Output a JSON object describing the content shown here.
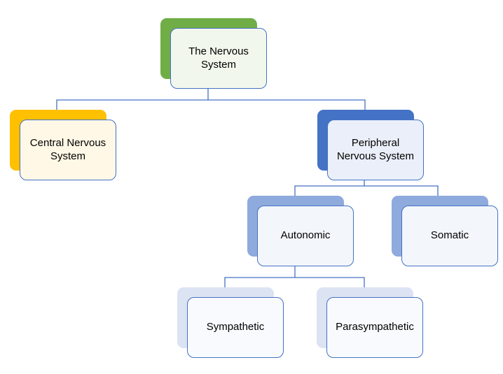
{
  "diagram": {
    "type": "hierarchy",
    "root_label": "The Nervous System",
    "nodes": [
      {
        "id": "the-nervous-system",
        "label": "The Nervous System",
        "parent": null,
        "shadow_color": "#70AD47",
        "fill_color": "#F2F7ED"
      },
      {
        "id": "central-nervous-system",
        "label": "Central Nervous System",
        "parent": "the-nervous-system",
        "shadow_color": "#FFC000",
        "fill_color": "#FFF8E6"
      },
      {
        "id": "peripheral-nervous-system",
        "label": "Peripheral Nervous System",
        "parent": "the-nervous-system",
        "shadow_color": "#4472C4",
        "fill_color": "#EAEFF9"
      },
      {
        "id": "autonomic",
        "label": "Autonomic",
        "parent": "peripheral-nervous-system",
        "shadow_color": "#8FAADC",
        "fill_color": "#F3F6FB"
      },
      {
        "id": "somatic",
        "label": "Somatic",
        "parent": "peripheral-nervous-system",
        "shadow_color": "#8FAADC",
        "fill_color": "#F3F6FB"
      },
      {
        "id": "sympathetic",
        "label": "Sympathetic",
        "parent": "autonomic",
        "shadow_color": "#DCE3F3",
        "fill_color": "#F8FAFD"
      },
      {
        "id": "parasympathetic",
        "label": "Parasympathetic",
        "parent": "autonomic",
        "shadow_color": "#DCE3F3",
        "fill_color": "#F8FAFD"
      }
    ],
    "colors": {
      "border": "#4472C4",
      "connector": "#4472C4",
      "text": "#000000",
      "background": "#FFFFFF"
    }
  }
}
